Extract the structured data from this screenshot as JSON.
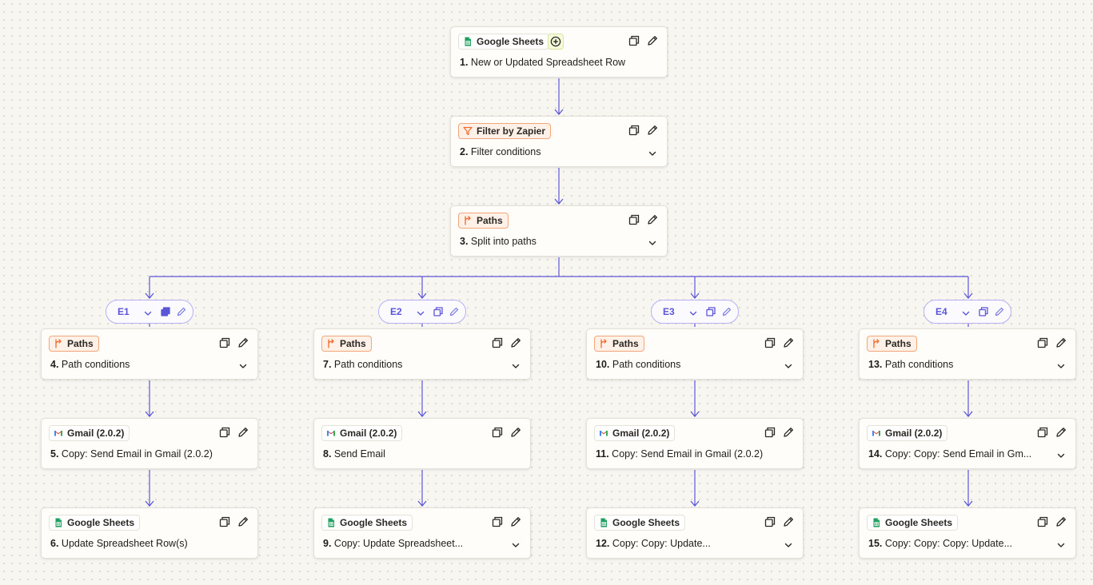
{
  "nodes": [
    {
      "app": "Google Sheets",
      "icon": "google-sheets-icon",
      "num": "1.",
      "title": "New or Updated Spreadsheet Row",
      "chevron": false,
      "trigger": true
    },
    {
      "app": "Filter by Zapier",
      "icon": "filter-icon",
      "num": "2.",
      "title": "Filter conditions",
      "chevron": true
    },
    {
      "app": "Paths",
      "icon": "paths-icon",
      "num": "3.",
      "title": "Split into paths",
      "chevron": true
    },
    {
      "app": "Paths",
      "icon": "paths-icon",
      "num": "4.",
      "title": "Path conditions",
      "chevron": true
    },
    {
      "app": "Gmail (2.0.2)",
      "icon": "gmail-icon",
      "num": "5.",
      "title": "Copy: Send Email in Gmail (2.0.2)",
      "chevron": false
    },
    {
      "app": "Google Sheets",
      "icon": "google-sheets-icon",
      "num": "6.",
      "title": "Update Spreadsheet Row(s)",
      "chevron": false
    },
    {
      "app": "Paths",
      "icon": "paths-icon",
      "num": "7.",
      "title": "Path conditions",
      "chevron": true
    },
    {
      "app": "Gmail (2.0.2)",
      "icon": "gmail-icon",
      "num": "8.",
      "title": "Send Email",
      "chevron": false
    },
    {
      "app": "Google Sheets",
      "icon": "google-sheets-icon",
      "num": "9.",
      "title": "Copy: Update Spreadsheet...",
      "chevron": true
    },
    {
      "app": "Paths",
      "icon": "paths-icon",
      "num": "10.",
      "title": "Path conditions",
      "chevron": true
    },
    {
      "app": "Gmail (2.0.2)",
      "icon": "gmail-icon",
      "num": "11.",
      "title": "Copy: Send Email in Gmail (2.0.2)",
      "chevron": false
    },
    {
      "app": "Google Sheets",
      "icon": "google-sheets-icon",
      "num": "12.",
      "title": "Copy: Copy: Update...",
      "chevron": true
    },
    {
      "app": "Paths",
      "icon": "paths-icon",
      "num": "13.",
      "title": "Path conditions",
      "chevron": true
    },
    {
      "app": "Gmail (2.0.2)",
      "icon": "gmail-icon",
      "num": "14.",
      "title": "Copy: Copy: Send Email in Gm...",
      "chevron": true
    },
    {
      "app": "Google Sheets",
      "icon": "google-sheets-icon",
      "num": "15.",
      "title": "Copy: Copy: Copy: Update...",
      "chevron": true
    }
  ],
  "paths": [
    {
      "label": "E1",
      "active": true
    },
    {
      "label": "E2",
      "active": false
    },
    {
      "label": "E3",
      "active": false
    },
    {
      "label": "E4",
      "active": false
    }
  ],
  "colors": {
    "connector": "#5b56d8",
    "pill_border": "#b6b0f2",
    "paths_orange": "#f06a2b",
    "sheets_green": "#1e9e5a"
  }
}
